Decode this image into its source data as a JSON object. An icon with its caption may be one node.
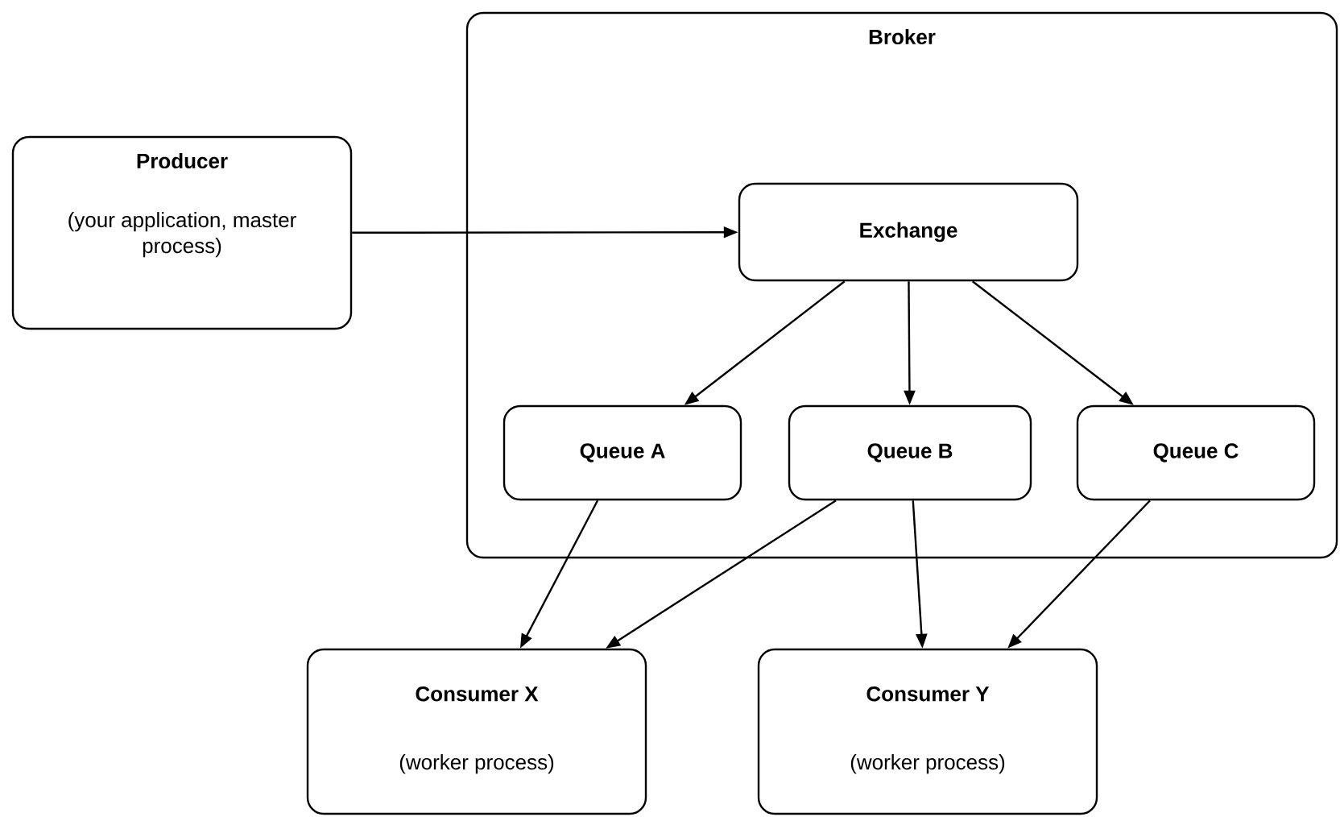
{
  "diagram": {
    "nodes": [
      {
        "text": [
          "Producer",
          "(your application, master process)"
        ]
      },
      {
        "text": [
          "Broker"
        ]
      },
      {
        "text": [
          "Exchange"
        ],
        "in": 1
      },
      {
        "text": [
          "Queue A"
        ],
        "in": 1
      },
      {
        "text": [
          "Queue B"
        ],
        "in": 1
      },
      {
        "text": [
          "Queue C"
        ],
        "in": 1
      },
      {
        "text": [
          "Consumer X",
          "(worker process)"
        ]
      },
      {
        "text": [
          "Consumer Y",
          "(worker process)"
        ]
      }
    ],
    "edges": [
      {
        "from": 0,
        "to": 2,
        "arrow": "to"
      },
      {
        "from": 2,
        "to": 3,
        "arrow": "to"
      },
      {
        "from": 2,
        "to": 4,
        "arrow": "to"
      },
      {
        "from": 2,
        "to": 5,
        "arrow": "to"
      },
      {
        "from": 3,
        "to": 6,
        "arrow": "to"
      },
      {
        "from": 4,
        "to": 6,
        "arrow": "to"
      },
      {
        "from": 4,
        "to": 7,
        "arrow": "to"
      },
      {
        "from": 5,
        "to": 7,
        "arrow": "to"
      }
    ]
  }
}
